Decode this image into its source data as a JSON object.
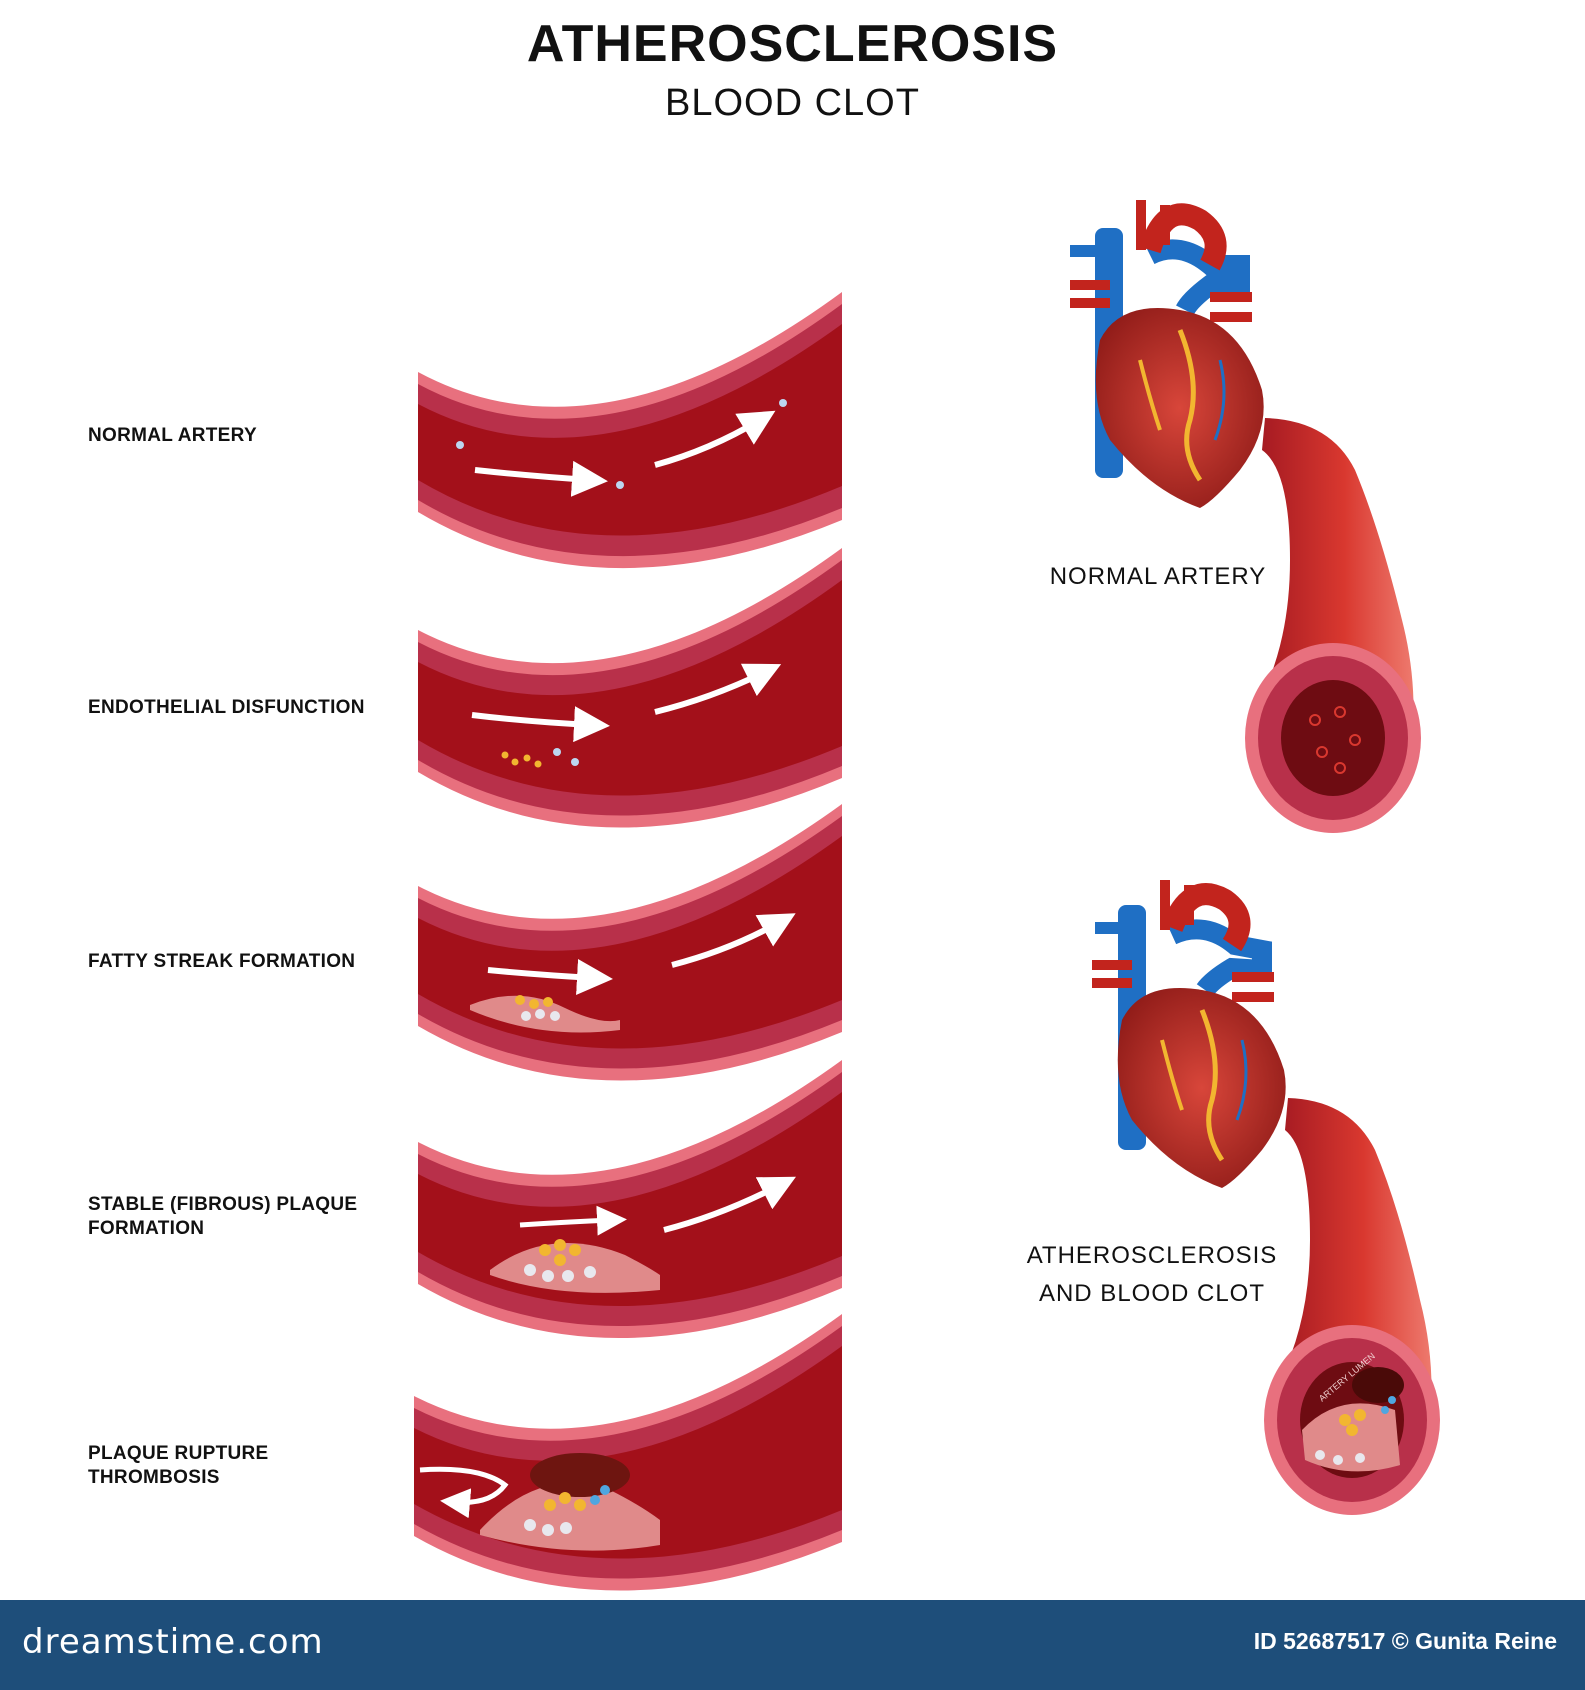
{
  "header": {
    "title": "ATHEROSCLEROSIS",
    "subtitle": "BLOOD CLOT"
  },
  "stages": [
    {
      "label": "NORMAL ARTERY"
    },
    {
      "label": "ENDOTHELIAL DISFUNCTION"
    },
    {
      "label": "FATTY STREAK FORMATION"
    },
    {
      "label": "STABLE (FIBROUS) PLAQUE FORMATION"
    },
    {
      "label": "PLAQUE RUPTURE THROMBOSIS"
    }
  ],
  "side_panels": {
    "normal_label": "NORMAL ARTERY",
    "clot_label_line1": "ATHEROSCLEROSIS",
    "clot_label_line2": "AND BLOOD CLOT",
    "lumen_label": "ARTERY LUMEN"
  },
  "footer": {
    "site": "dreamstime.com",
    "credit": "ID 52687517 © Gunita Reine"
  },
  "colors": {
    "artery_wall": "#b8304a",
    "artery_outer": "#e8707e",
    "lumen": "#a3101a",
    "vein_blue": "#1f6fc4",
    "fat_yellow": "#f2b630",
    "footer_bg": "#1e4e7a"
  }
}
